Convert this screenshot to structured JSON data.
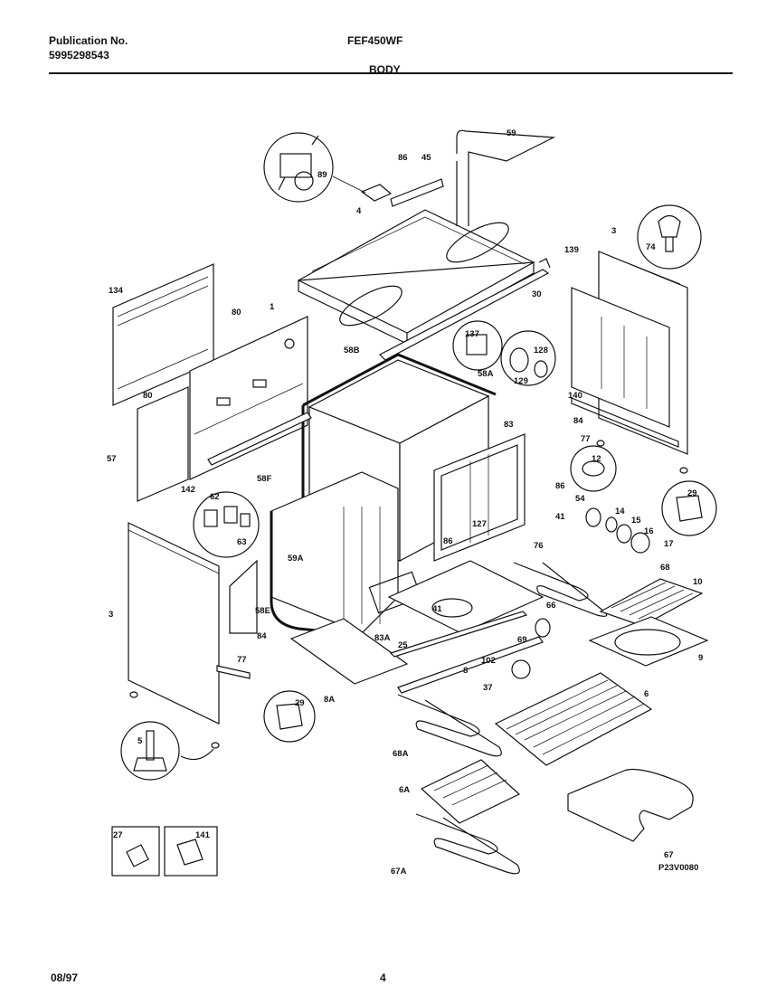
{
  "header": {
    "publication_label": "Publication No.",
    "publication_number": "5995298543",
    "model": "FEF450WF",
    "section": "BODY"
  },
  "footer": {
    "date": "08/97",
    "page": "4"
  },
  "diagram_code": "P23V0080",
  "callouts": [
    "59",
    "89",
    "86",
    "45",
    "4",
    "139",
    "3",
    "74",
    "134",
    "80",
    "1",
    "30",
    "137",
    "128",
    "129",
    "58B",
    "58A",
    "140",
    "80",
    "57",
    "83",
    "84",
    "77",
    "12",
    "142",
    "58F",
    "86",
    "54",
    "14",
    "15",
    "16",
    "17",
    "29",
    "62",
    "63",
    "127",
    "41",
    "86",
    "76",
    "68",
    "59A",
    "10",
    "41",
    "66",
    "3",
    "58E",
    "84",
    "83A",
    "25",
    "69",
    "8",
    "102",
    "9",
    "77",
    "37",
    "6",
    "29",
    "8A",
    "5",
    "68A",
    "6A",
    "67",
    "67A",
    "27",
    "141"
  ]
}
